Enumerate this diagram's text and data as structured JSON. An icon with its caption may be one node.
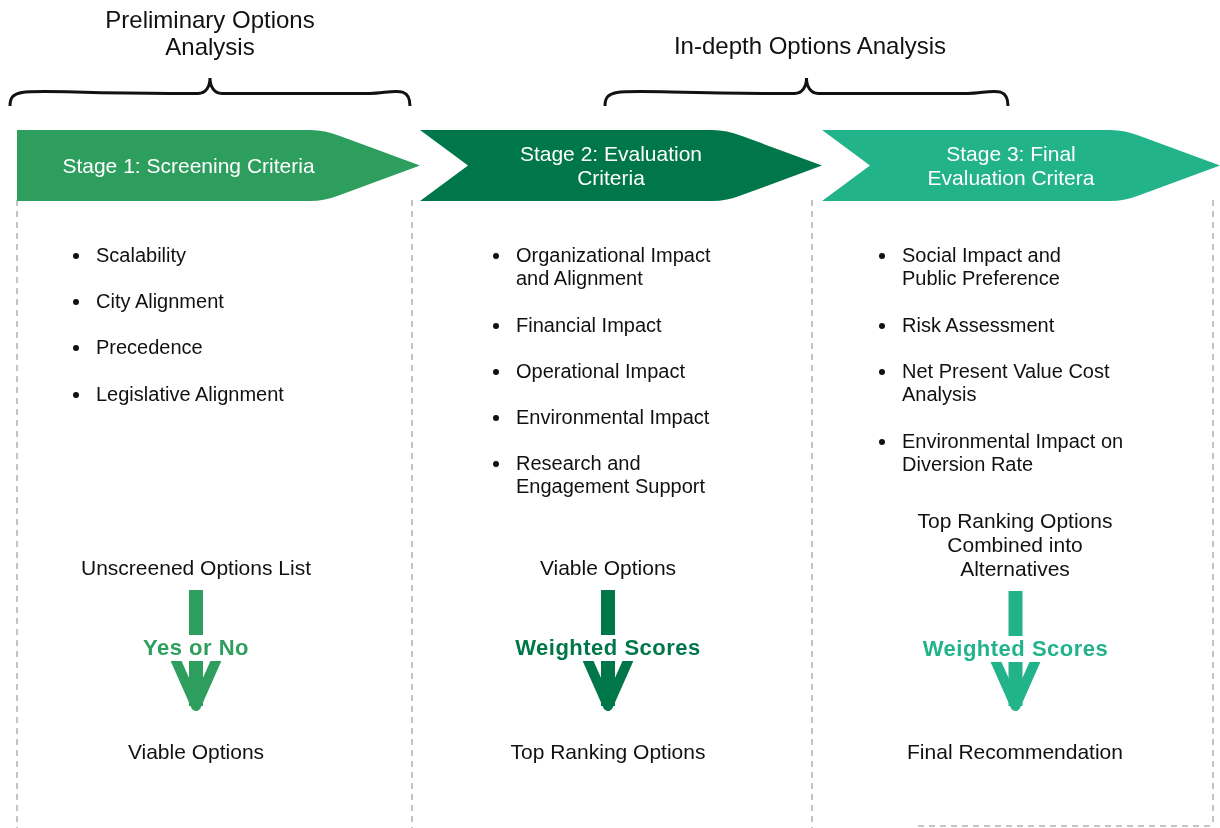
{
  "diagram": {
    "nodes": [
      {
        "text": [
          "Stage 1: Screening Criteria"
        ]
      },
      {
        "text": [
          "Stage 2: Evaluation Criteria"
        ]
      },
      {
        "text": [
          "Stage 3: Final Evaluation Critera"
        ]
      },
      {
        "text": [
          "Unscreened Options List"
        ]
      },
      {
        "text": [
          "Viable Options"
        ]
      },
      {
        "text": [
          "Viable Options"
        ]
      },
      {
        "text": [
          "Top Ranking Options"
        ]
      },
      {
        "text": [
          "Top Ranking Options Combined into Alternatives"
        ]
      },
      {
        "text": [
          "Final Recommendation"
        ]
      }
    ],
    "edges": [
      {
        "from": 3,
        "to": 4,
        "arrow": "to",
        "label": "Yes or No",
        "color": "#2e9e5e"
      },
      {
        "from": 5,
        "to": 6,
        "arrow": "to",
        "label": "Weighted Scores",
        "color": "#00774a"
      },
      {
        "from": 7,
        "to": 8,
        "arrow": "to",
        "label": "Weighted Scores",
        "color": "#22b38a"
      }
    ],
    "labels": [
      "Preliminary Options Analysis",
      "In-depth Options Analysis",
      "Scalability",
      "City Alignment",
      "Precedence",
      "Legislative Alignment",
      "Organizational Impact and Alignment",
      "Financial Impact",
      "Operational Impact",
      "Environmental Impact",
      "Research and Engagement Support",
      "Social Impact and Public Preference",
      "Risk Assessment",
      "Net Present Value Cost Analysis",
      "Environmental Impact on Diversion Rate"
    ]
  }
}
